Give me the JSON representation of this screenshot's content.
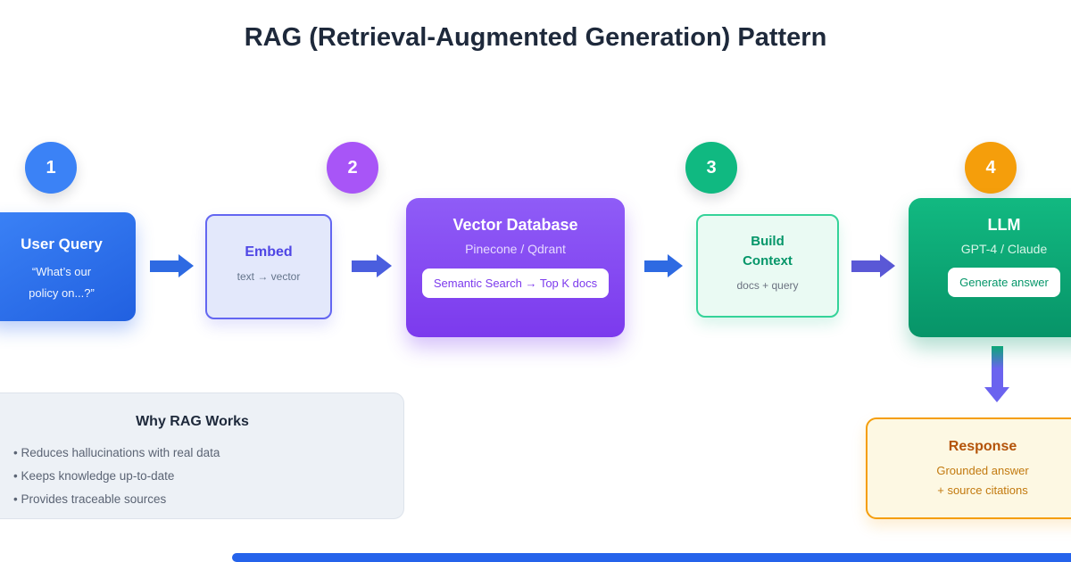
{
  "title": "RAG (Retrieval-Augmented Generation) Pattern",
  "badges": [
    "1",
    "2",
    "3",
    "4"
  ],
  "nodes": {
    "user_query": {
      "title": "User Query",
      "line1": "“What’s our",
      "line2": "policy on...?”"
    },
    "embed": {
      "title": "Embed",
      "subtitle": "text → vector"
    },
    "vector_db": {
      "title": "Vector Database",
      "subtitle": "Pinecone / Qdrant",
      "pill": "Semantic Search → Top K docs"
    },
    "build_context": {
      "line1": "Build",
      "line2": "Context",
      "subtitle": "docs + query"
    },
    "llm": {
      "title": "LLM",
      "subtitle": "GPT-4 / Claude",
      "pill": "Generate answer"
    },
    "response": {
      "title": "Response",
      "line1": "Grounded answer",
      "line2": "+ source citations"
    }
  },
  "why": {
    "title": "Why RAG Works",
    "bullets": [
      "• Reduces hallucinations with real data",
      "• Keeps knowledge up-to-date",
      "• Provides traceable sources"
    ]
  },
  "colors": {
    "step1_badge": "#3b82f6",
    "step2_badge": "#a855f7",
    "step3_badge": "#10b981",
    "step4_badge": "#f59e0b",
    "user_query_box": "#2563eb",
    "embed_border": "#6366f1",
    "vector_db_box": "#8b5cf6",
    "build_context_border": "#34d399",
    "llm_box": "#10b981",
    "response_border": "#f59e0b",
    "footer_bar": "#2563eb"
  }
}
